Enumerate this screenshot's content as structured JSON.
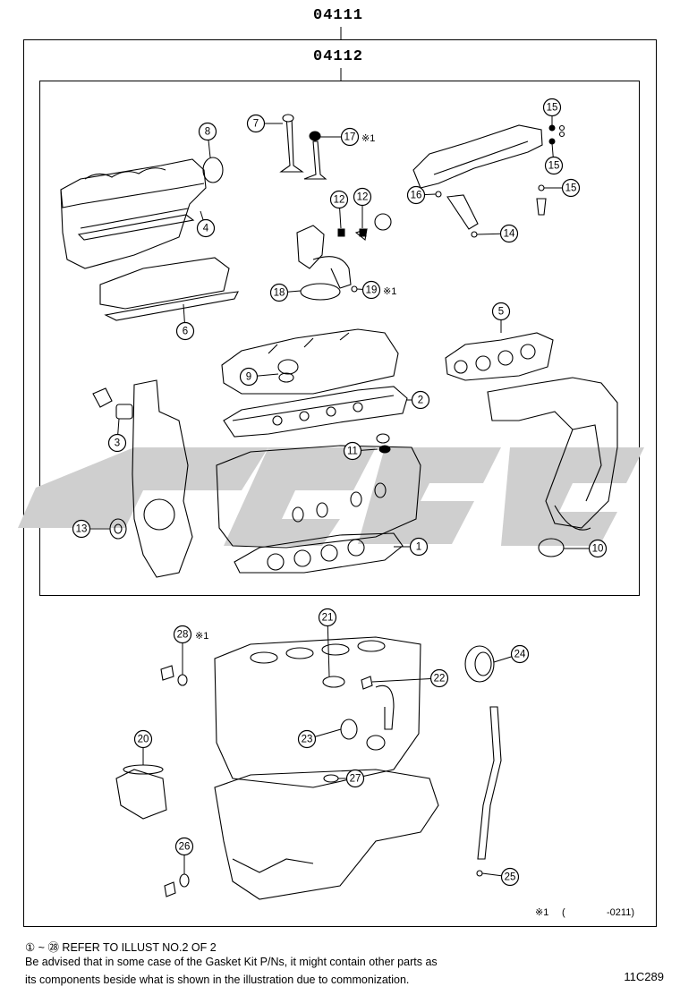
{
  "header": {
    "kit_number": "04111",
    "sub_kit_number": "04112"
  },
  "callouts": [
    {
      "n": "①",
      "label": "1"
    },
    {
      "n": "②",
      "label": "2"
    },
    {
      "n": "③",
      "label": "3"
    },
    {
      "n": "④",
      "label": "4"
    },
    {
      "n": "⑤",
      "label": "5"
    },
    {
      "n": "⑥",
      "label": "6"
    },
    {
      "n": "⑦",
      "label": "7"
    },
    {
      "n": "⑧",
      "label": "8"
    },
    {
      "n": "⑨",
      "label": "9"
    },
    {
      "n": "⑩",
      "label": "10"
    },
    {
      "n": "⑪",
      "label": "11"
    },
    {
      "n": "⑫",
      "label": "12"
    },
    {
      "n": "⑫",
      "label": "12"
    },
    {
      "n": "⑬",
      "label": "13"
    },
    {
      "n": "⑭",
      "label": "14"
    },
    {
      "n": "⑮",
      "label": "15"
    },
    {
      "n": "⑮",
      "label": "15"
    },
    {
      "n": "⑮",
      "label": "15"
    },
    {
      "n": "⑯",
      "label": "16"
    },
    {
      "n": "⑰",
      "label": "17"
    },
    {
      "n": "⑱",
      "label": "18"
    },
    {
      "n": "⑲",
      "label": "19"
    },
    {
      "n": "⑳",
      "label": "20"
    },
    {
      "n": "㉑",
      "label": "21"
    },
    {
      "n": "㉒",
      "label": "22"
    },
    {
      "n": "㉓",
      "label": "23"
    },
    {
      "n": "㉔",
      "label": "24"
    },
    {
      "n": "㉕",
      "label": "25"
    },
    {
      "n": "㉖",
      "label": "26"
    },
    {
      "n": "㉗",
      "label": "27"
    },
    {
      "n": "㉘",
      "label": "28"
    }
  ],
  "marks": {
    "asterisk_note": "※1"
  },
  "range_note": {
    "marker": "※1",
    "open": "(",
    "value": "-0211)"
  },
  "footer": {
    "line1": "① ~ ㉘ REFER TO ILLUST NO.2 OF 2",
    "line2": "Be advised that in some case of the Gasket Kit P/Ns,  it might contain other parts as",
    "line3": "its components beside what is shown in the illustration due to commonization."
  },
  "illustration_ref": "11C289",
  "watermark": {
    "color": "#cfcfcf"
  }
}
